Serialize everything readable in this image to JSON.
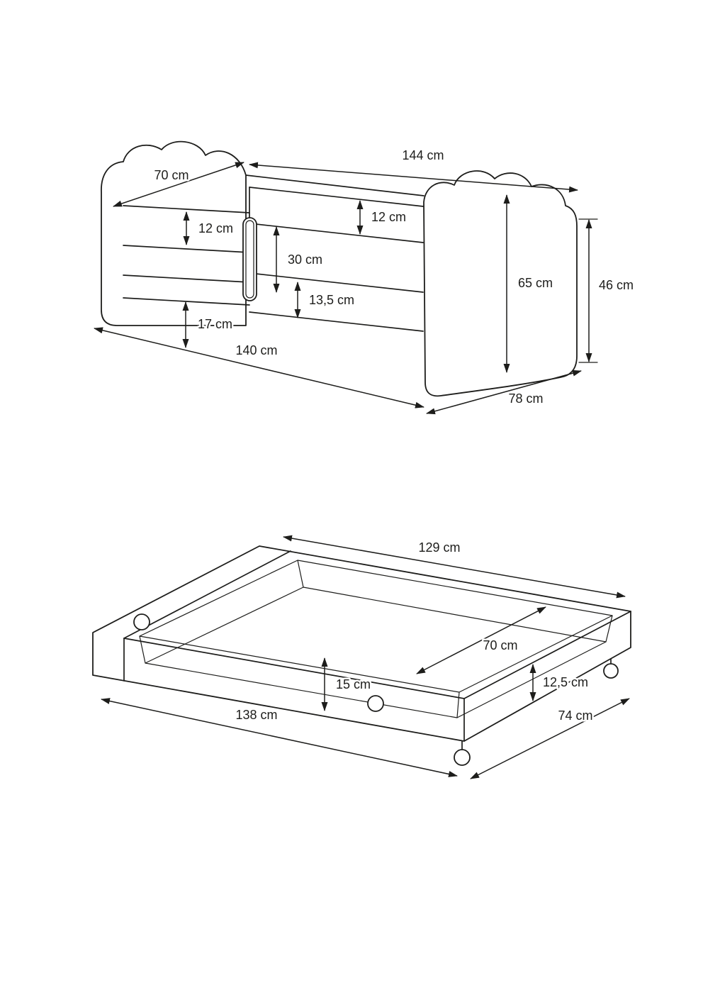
{
  "diagram": {
    "background": "#ffffff",
    "line_color": "#1d1d1b",
    "bed": {
      "name": "children-bed-with-safety-barrier-side-view",
      "dims": {
        "total_length": "144 cm",
        "headboard_width": "70 cm",
        "upper_rail_left": "12 cm",
        "upper_rail_right": "12 cm",
        "barrier_height": "30 cm",
        "lower_rail": "13,5 cm",
        "clearance": "17 cm",
        "base_length": "140 cm",
        "footboard_height": "65 cm",
        "footboard_side_height": "46 cm",
        "footboard_width": "78 cm"
      }
    },
    "drawer": {
      "name": "underbed-drawer-on-casters-view",
      "dims": {
        "top_length": "129 cm",
        "inner_width": "70 cm",
        "side_height": "15 cm",
        "end_height": "12,5 cm",
        "bottom_length": "138 cm",
        "bottom_width": "74 cm"
      }
    }
  }
}
